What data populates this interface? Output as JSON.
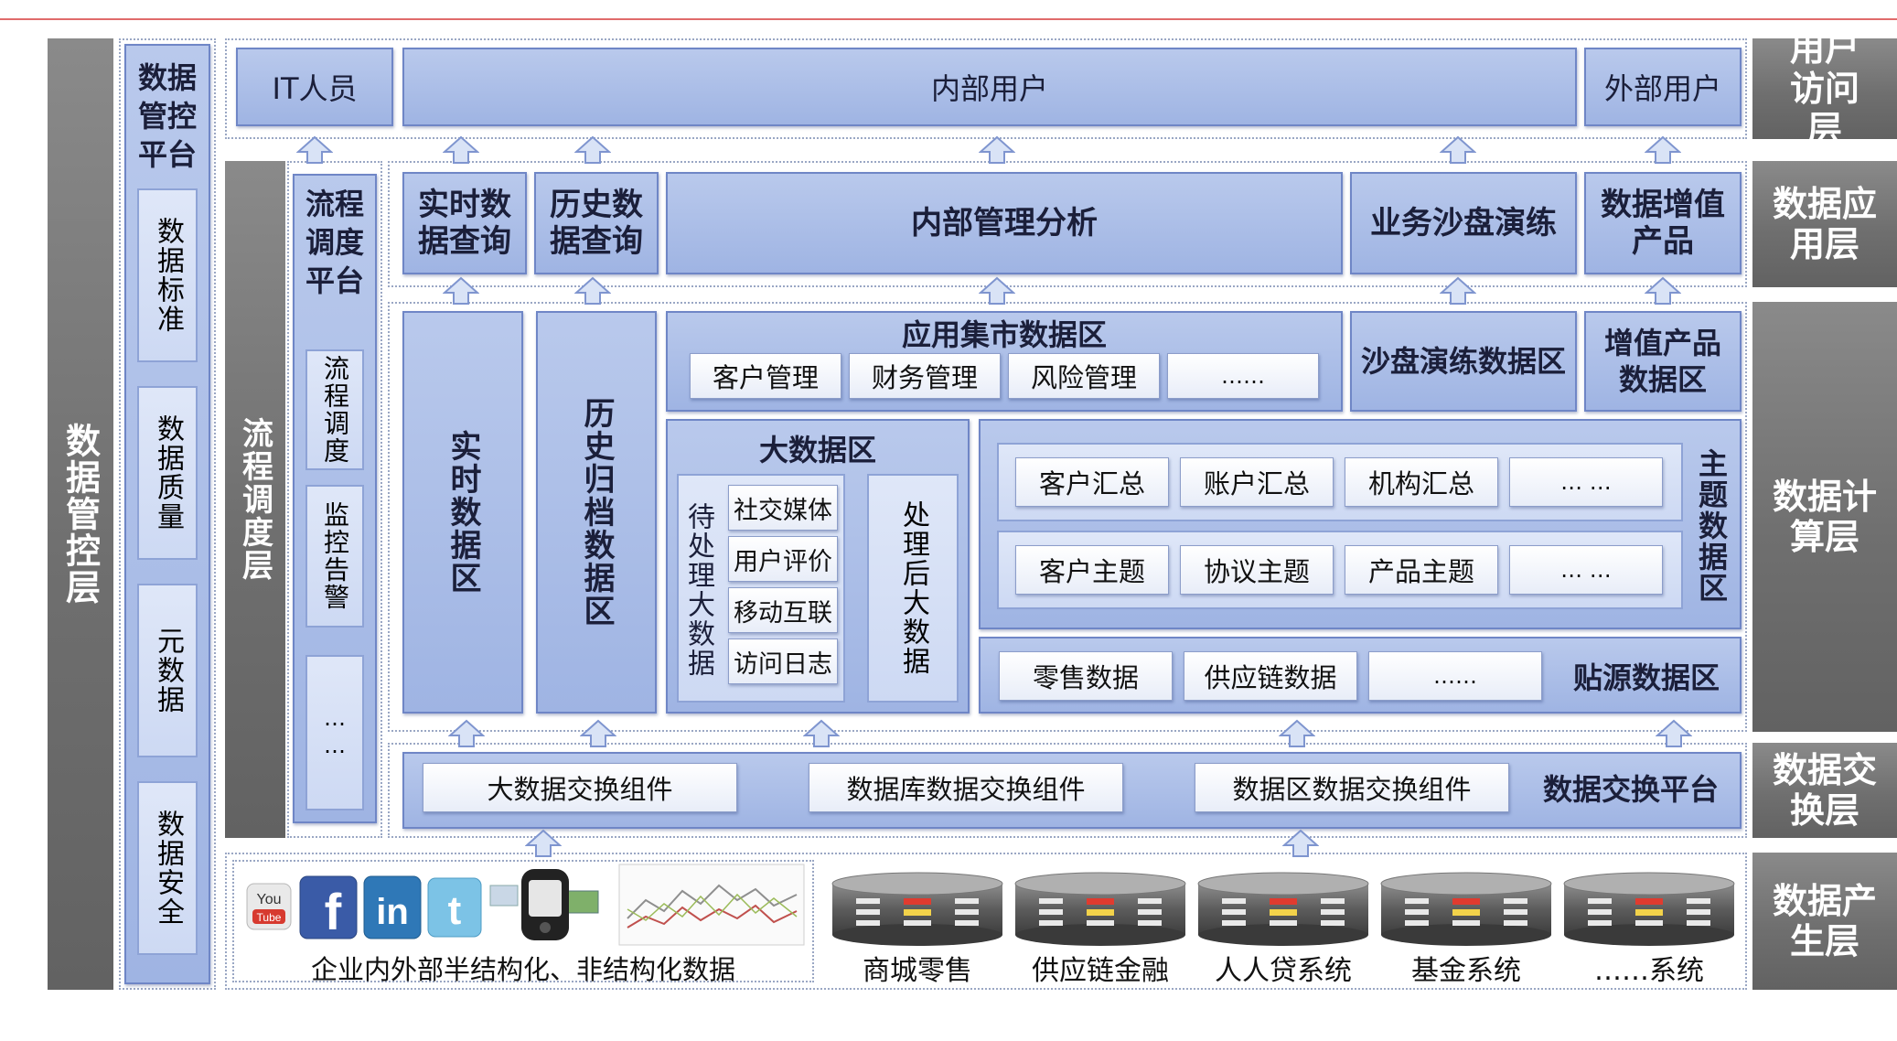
{
  "left_layer": "数据管控层",
  "governance": {
    "title": "数据管控平台",
    "items": [
      "数据标准",
      "数据质量",
      "元数据",
      "数据安全"
    ]
  },
  "scheduling_layer": "流程调度层",
  "scheduling_platform": {
    "title": "流程调度平台",
    "items": [
      "流程调度",
      "监控告警",
      "……"
    ]
  },
  "right_layers": {
    "access": "用户访问层",
    "application": "数据应用层",
    "compute": "数据计算层",
    "exchange": "数据交换层",
    "produce": "数据产生层"
  },
  "users": {
    "it": "IT人员",
    "internal": "内部用户",
    "external": "外部用户"
  },
  "apps": {
    "realtime_query": "实时数据查询",
    "history_query": "历史数据查询",
    "internal_analysis": "内部管理分析",
    "sandbox": "业务沙盘演练",
    "value_product": "数据增值产品"
  },
  "compute": {
    "realtime_zone": "实时数据区",
    "history_zone": "历史归档数据区",
    "mart": {
      "title": "应用集市数据区",
      "items": [
        "客户管理",
        "财务管理",
        "风险管理",
        "……"
      ]
    },
    "sandbox_zone": "沙盘演练数据区",
    "value_zone": "增值产品数据区",
    "bigdata": {
      "title": "大数据区",
      "pending": "待处理大数据",
      "items": [
        "社交媒体",
        "用户评价",
        "移动互联",
        "访问日志"
      ],
      "processed": "处理后大数据"
    },
    "subject": {
      "title": "主题数据区",
      "row1": [
        "客户汇总",
        "账户汇总",
        "机构汇总",
        "… …"
      ],
      "row2": [
        "客户主题",
        "协议主题",
        "产品主题",
        "… …"
      ]
    },
    "source": {
      "title": "贴源数据区",
      "items": [
        "零售数据",
        "供应链数据",
        "……"
      ]
    }
  },
  "exchange": {
    "items": [
      "大数据交换组件",
      "数据库数据交换组件",
      "数据区数据交换组件"
    ],
    "title": "数据交换平台"
  },
  "produce": {
    "unstructured_label": "企业内外部半结构化、非结构化数据",
    "icons": [
      "youtube-icon",
      "facebook-icon",
      "linkedin-icon",
      "twitter-icon",
      "mobile-phone-icon",
      "line-chart-icon"
    ],
    "systems": [
      "商城零售",
      "供应链金融",
      "人人贷系统",
      "基金系统",
      "……系统"
    ]
  },
  "colors": {
    "gray": "#6f6f6f",
    "blue": "#a9bce7",
    "border": "#6f86c6",
    "accent": "#e06b6b"
  }
}
